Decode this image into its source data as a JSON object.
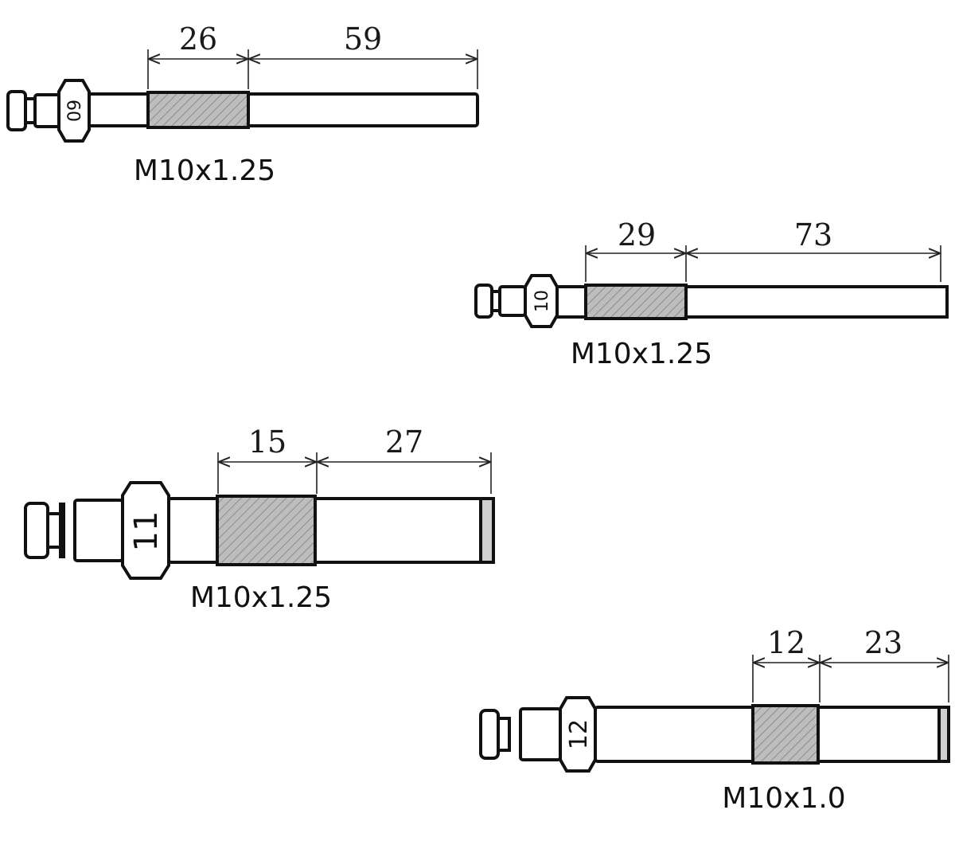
{
  "adapters": [
    {
      "id": "a1",
      "nut_size": "09",
      "thread_length": "26",
      "shaft_length": "59",
      "thread_spec": "M10x1.25"
    },
    {
      "id": "a2",
      "nut_size": "10",
      "thread_length": "29",
      "shaft_length": "73",
      "thread_spec": "M10x1.25"
    },
    {
      "id": "a3",
      "nut_size": "11",
      "thread_length": "15",
      "shaft_length": "27",
      "thread_spec": "M10x1.25"
    },
    {
      "id": "a4",
      "nut_size": "12",
      "thread_length": "12",
      "shaft_length": "23",
      "thread_spec": "M10x1.0"
    }
  ],
  "colors": {
    "line": "#111111",
    "thread_fill": "#b9b9b9",
    "background": "#ffffff"
  }
}
